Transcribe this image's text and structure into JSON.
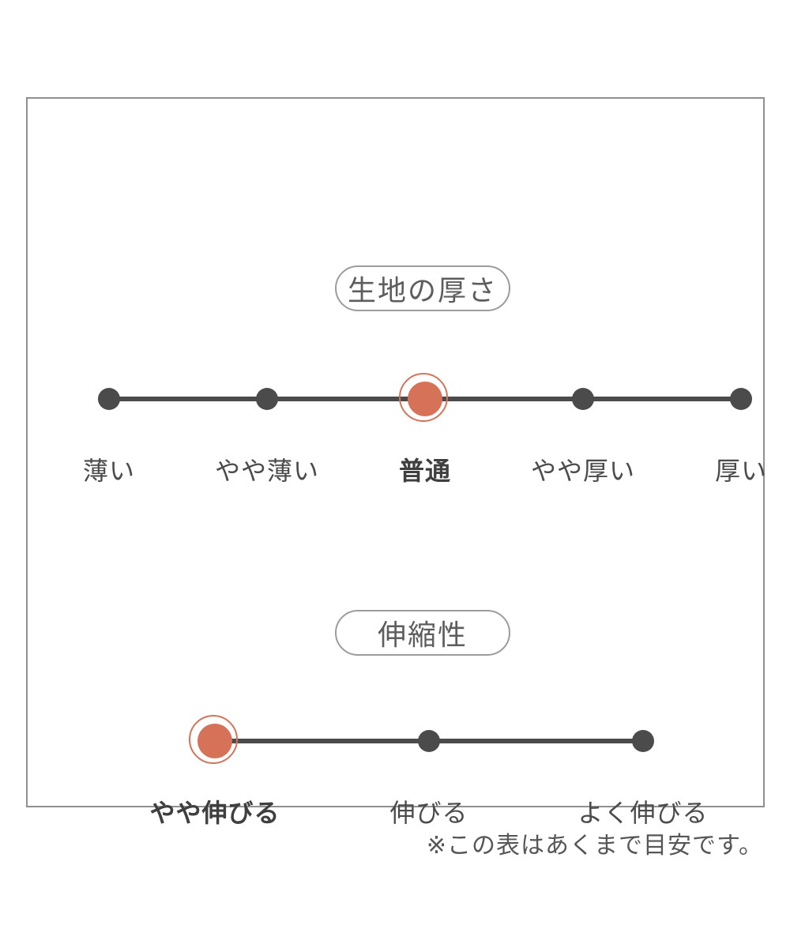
{
  "colors": {
    "accent": "#d67258",
    "dark_gray": "#4b4b4b",
    "panel_border": "#909090"
  },
  "sections": [
    {
      "title": "生地の厚さ",
      "selected_label": "普通",
      "selected_index": 2,
      "items": [
        {
          "label": "薄い",
          "selected": false
        },
        {
          "label": "やや薄い",
          "selected": false
        },
        {
          "label": "普通",
          "selected": true
        },
        {
          "label": "やや厚い",
          "selected": false
        },
        {
          "label": "厚い",
          "selected": false
        }
      ]
    },
    {
      "title": "伸縮性",
      "selected_label": "やや伸びる",
      "selected_index": 0,
      "items": [
        {
          "label": "やや伸びる",
          "selected": true
        },
        {
          "label": "伸びる",
          "selected": false
        },
        {
          "label": "よく伸びる",
          "selected": false
        }
      ]
    }
  ],
  "footnote": "※この表はあくまで目安です。"
}
